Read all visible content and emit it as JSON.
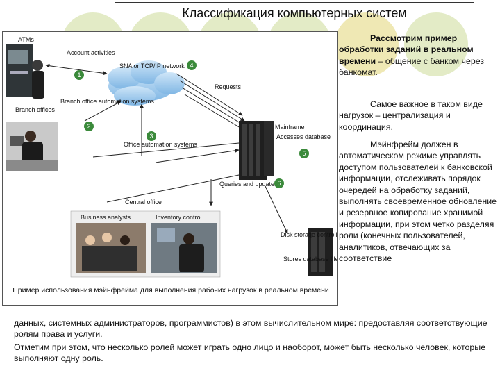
{
  "slide": {
    "title": "Классификация компьютерных систем",
    "bg_circle_color": "#dfe8c0",
    "accent_circle_color": "#f4e9a8"
  },
  "figure": {
    "caption": "Пример использования мэйнфрейма для выполнения рабочих нагрузок в реальном времени",
    "labels": {
      "atms": "ATMs",
      "account_activities": "Account activities",
      "network": "SNA or TCP/IP network",
      "requests": "Requests",
      "branch_offices": "Branch offices",
      "branch_automation": "Branch office automation systems",
      "mainframe": "Mainframe",
      "accesses_database": "Accesses database",
      "office_automation": "Office automation systems",
      "queries_updates": "Queries and updates",
      "central_office": "Central office",
      "business_analysts": "Business analysts",
      "inventory_control": "Inventory control",
      "disk_controller": "Disk storage controller",
      "stores_database": "Stores database files"
    },
    "steps": [
      "1",
      "2",
      "3",
      "4",
      "5",
      "6"
    ]
  },
  "right_text": {
    "p1_bold": "Рассмотрим пример обработки заданий в реальном времени",
    "p1_rest": " – общение с банком через банкомат.",
    "p2": "Самое важное в таком виде нагрузок – централизация и координация.",
    "p3": "Мэйнфрейм должен в автоматическом режиме управлять доступом пользователей к банковской информации, отслеживать порядок очередей на обработку заданий, выполнять своевременное обновление и резервное копирование хранимой информации, при этом четко разделяя роли (конечных пользователей, аналитиков, отвечающих за соответствие"
  },
  "bottom_text": {
    "p1": "данных, системных администраторов, программистов) в этом вычислительном мире: предоставляя соответствующие ролям права и услуги.",
    "p2": "Отметим при этом, что несколько ролей может играть одно лицо и наоборот, может быть несколько человек, которые выполняют одну роль."
  }
}
